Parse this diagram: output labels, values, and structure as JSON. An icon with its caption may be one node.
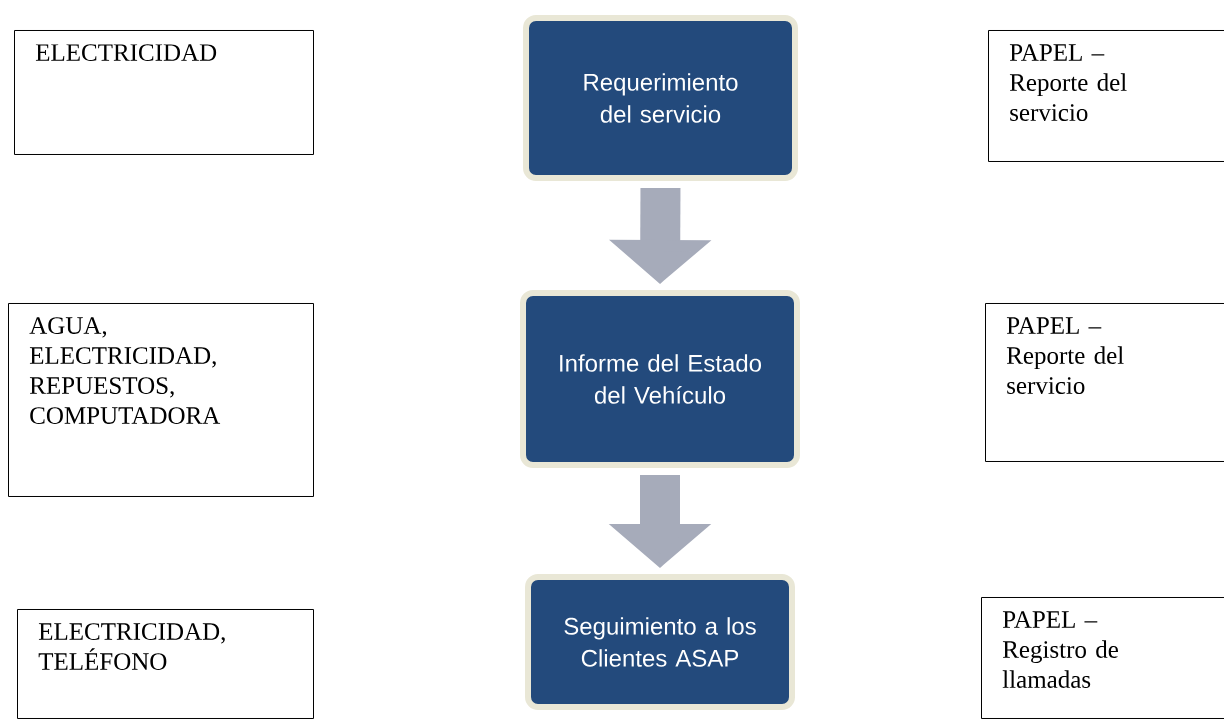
{
  "diagram": {
    "nodes": [
      {
        "text": [
          "ELECTRICIDAD"
        ]
      },
      {
        "text": [
          "Requerimiento del servicio"
        ]
      },
      {
        "text": [
          "PAPEL – Reporte del servicio"
        ]
      },
      {
        "text": [
          "AGUA, ELECTRICIDAD, REPUESTOS, COMPUTADORA"
        ]
      },
      {
        "text": [
          "Informe del Estado del Vehículo"
        ]
      },
      {
        "text": [
          "PAPEL – Reporte del servicio"
        ]
      },
      {
        "text": [
          "ELECTRICIDAD, TELÉFONO"
        ]
      },
      {
        "text": [
          "Seguimiento a los Clientes ASAP"
        ]
      },
      {
        "text": [
          "PAPEL – Registro de llamadas"
        ]
      }
    ],
    "edges": [
      {
        "from": 1,
        "to": 4,
        "arrow": "to"
      },
      {
        "from": 4,
        "to": 7,
        "arrow": "to"
      }
    ]
  }
}
